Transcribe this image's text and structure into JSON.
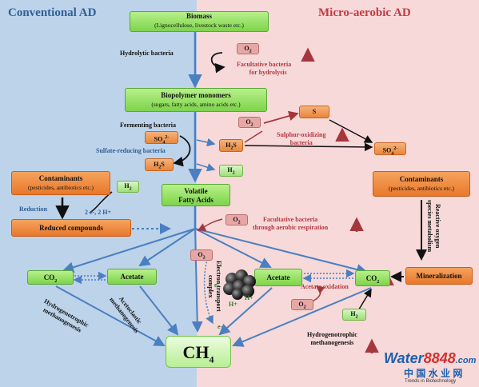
{
  "titles": {
    "left": "Conventional AD",
    "right": "Micro-aerobic AD"
  },
  "boxes": {
    "biomass": {
      "title": "Biomass",
      "sub": "(Lignocellulose, livestock waste etc.)"
    },
    "monomers": {
      "title": "Biopolymer monomers",
      "sub": "(sugars, fatty acids, amino acids etc.)"
    },
    "vfa": {
      "line1": "Volatile",
      "line2": "Fatty Acids"
    },
    "contam_left": {
      "title": "Contaminants",
      "sub": "(pesticides, antibiotics etc.)"
    },
    "contam_right": {
      "title": "Contaminants",
      "sub": "(pesticides, antibiotics etc.)"
    },
    "reduced": "Reduced compounds",
    "mineral": "Mineralization",
    "acetate_left": "Acetate",
    "acetate_right": "Acetate",
    "ch4": "CH4"
  },
  "chips": {
    "o2_a": "O2",
    "o2_b": "O2",
    "o2_c": "O2",
    "o2_d": "O2",
    "o2_e": "O2",
    "s": "S",
    "so4_left": "SO4 2-",
    "so4_right": "SO4 2-",
    "h2s_left": "H2S",
    "h2s_right": "H2S",
    "h2_a": "H2",
    "h2_b": "H2",
    "h2_c": "H2",
    "co2_left": "CO2",
    "co2_right": "CO2"
  },
  "labels": {
    "hydrolytic": "Hydrolytic bacteria",
    "fac_hydro_1": "Facultative bacteria",
    "fac_hydro_2": "for hydrolysis",
    "fermenting": "Fermenting bacteria",
    "sulfate": "Sulfate-reducing bacteria",
    "sulphur_1": "Sulphur-oxidizing",
    "sulphur_2": "bacteria",
    "reduction": "Reduction",
    "electrons": "2 e-, 2 H+",
    "fac_aero_1": "Facultative bacteria",
    "fac_aero_2": "through aerobic respiration",
    "ros_1": "Reactive oxygen",
    "ros_2": "species metabolism",
    "etc_1": "Electron transport",
    "etc_2": "complex",
    "aceto_1": "Acetoclastic",
    "aceto_2": "methanogenesis",
    "hydro_l_1": "Hydrogenotrophic",
    "hydro_l_2": "methanogenesis",
    "hydro_r_1": "Hydrogenotrophic",
    "hydro_r_2": "methanogenesis",
    "acetate_ox": "Acetate oxidation",
    "e_a": "e-",
    "e_b": "e-",
    "h_a": "H+",
    "h_b": "H+"
  },
  "brand": {
    "water": "Water",
    "num": "8848",
    "dotcom": ".com",
    "cn": "中 国 水 业 网",
    "source": "Trends in Biotechnology"
  },
  "colors": {
    "left_bg": "#bdd3ea",
    "right_bg": "#f6d9d8",
    "arrow_blue": "#4a7fc1",
    "arrow_red": "#a6363d"
  }
}
